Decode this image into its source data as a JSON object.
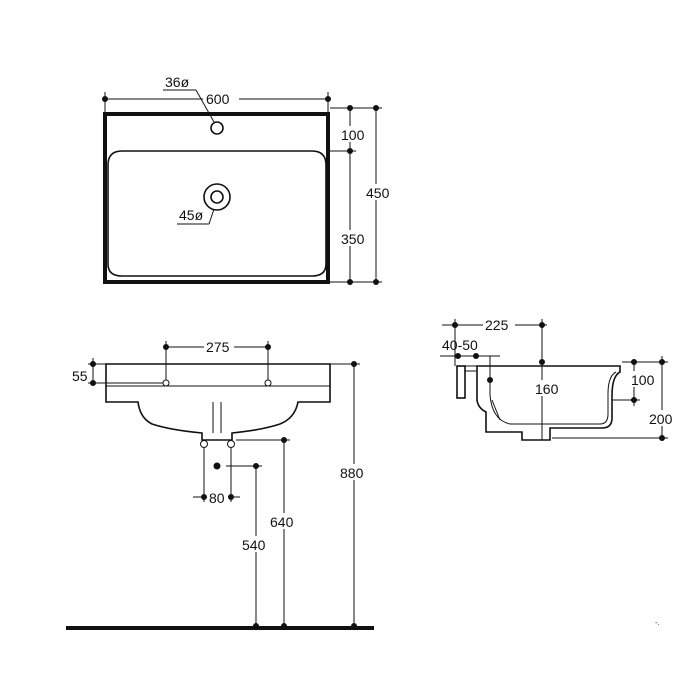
{
  "labels": {
    "top_tap_hole": "36ø",
    "top_width": "600",
    "top_depth_back": "100",
    "top_depth_total": "450",
    "top_drain": "45ø",
    "top_bowl_depth": "350",
    "front_fixing_spacing": "275",
    "front_fixing_height": "55",
    "front_waste_spacing": "80",
    "front_height_640": "640",
    "front_height_540": "540",
    "front_total_height": "880",
    "side_depth_225": "225",
    "side_wall_40_50": "40-50",
    "side_160": "160",
    "side_100": "100",
    "side_200": "200"
  }
}
